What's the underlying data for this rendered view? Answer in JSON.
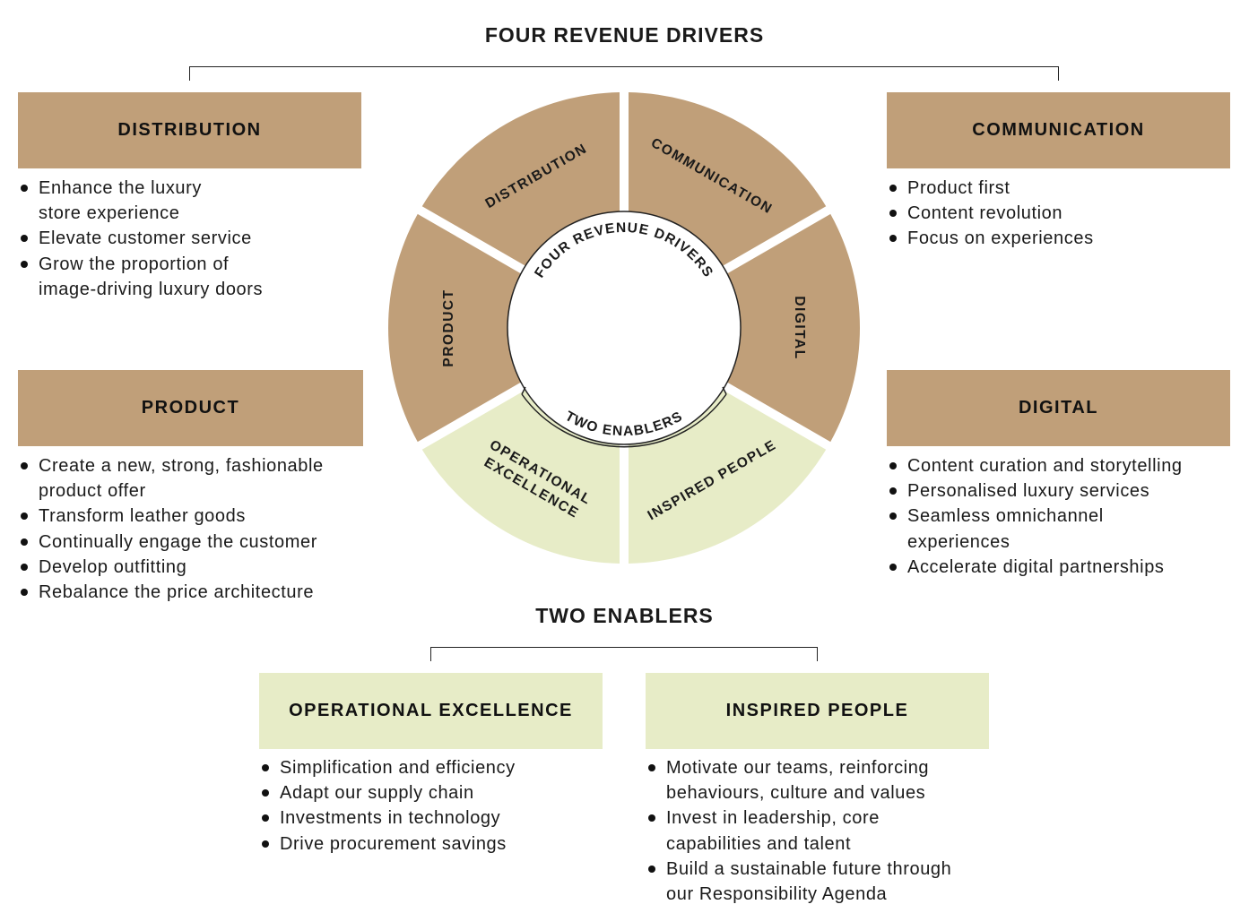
{
  "top_heading": "FOUR REVENUE DRIVERS",
  "bottom_heading": "TWO ENABLERS",
  "colors": {
    "driver": "#c09f79",
    "enabler": "#e7ecc7",
    "text": "#1a1a1a"
  },
  "drivers": [
    {
      "title": "DISTRIBUTION",
      "items": [
        "Enhance the luxury\nstore experience",
        "Elevate customer service",
        "Grow the proportion of\nimage-driving luxury doors"
      ]
    },
    {
      "title": "PRODUCT",
      "items": [
        "Create a new, strong, fashionable\nproduct offer",
        "Transform leather goods",
        "Continually engage the customer",
        "Develop outfitting",
        "Rebalance the price architecture"
      ]
    },
    {
      "title": "COMMUNICATION",
      "items": [
        "Product first",
        "Content revolution",
        "Focus on experiences"
      ]
    },
    {
      "title": "DIGITAL",
      "items": [
        "Content curation and storytelling",
        "Personalised luxury services",
        "Seamless omnichannel\nexperiences",
        "Accelerate digital partnerships"
      ]
    }
  ],
  "enablers": [
    {
      "title": "OPERATIONAL EXCELLENCE",
      "items": [
        "Simplification and efficiency",
        "Adapt our supply chain",
        "Investments in technology",
        "Drive procurement savings"
      ]
    },
    {
      "title": "INSPIRED PEOPLE",
      "items": [
        "Motivate our teams, reinforcing\nbehaviours, culture and values",
        "Invest in leadership, core\ncapabilities and talent",
        "Build a sustainable future through\nour Responsibility Agenda"
      ]
    }
  ],
  "wheel": {
    "inner_top": "FOUR REVENUE DRIVERS",
    "inner_bottom": "TWO ENABLERS",
    "segments": [
      {
        "lines": [
          "DISTRIBUTION"
        ],
        "kind": "driver"
      },
      {
        "lines": [
          "COMMUNICATION"
        ],
        "kind": "driver"
      },
      {
        "lines": [
          "DIGITAL"
        ],
        "kind": "driver"
      },
      {
        "lines": [
          "INSPIRED PEOPLE"
        ],
        "kind": "enabler"
      },
      {
        "lines": [
          "OPERATIONAL",
          "EXCELLENCE"
        ],
        "kind": "enabler"
      },
      {
        "lines": [
          "PRODUCT"
        ],
        "kind": "driver"
      }
    ]
  }
}
